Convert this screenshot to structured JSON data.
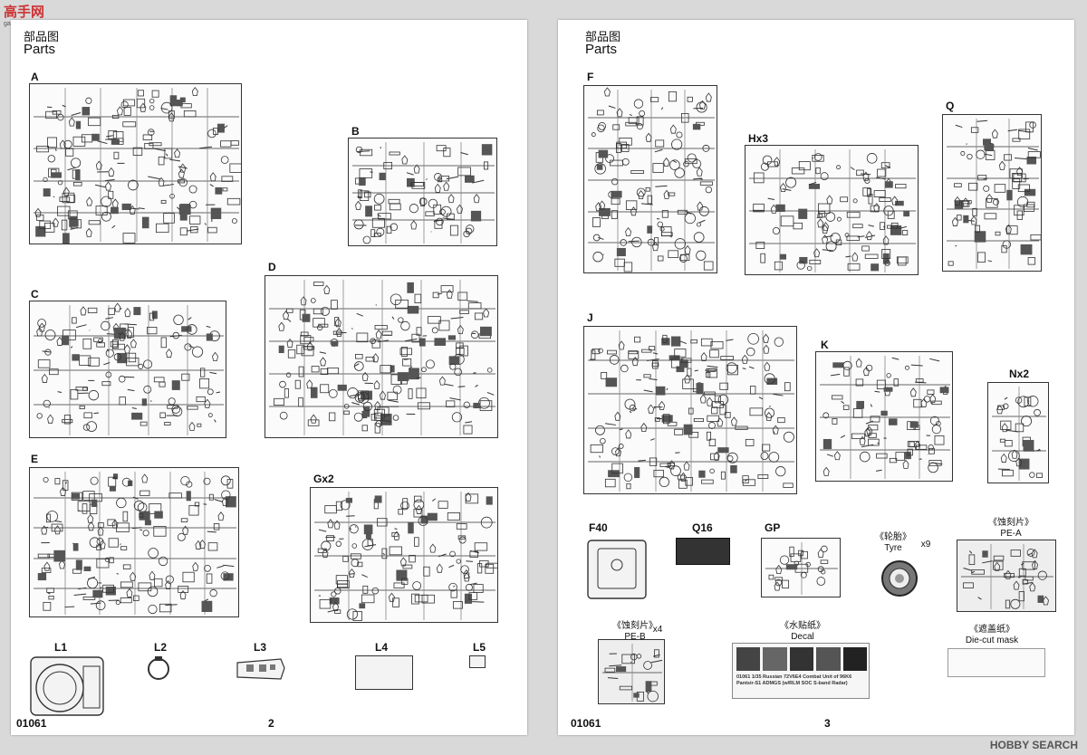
{
  "watermark": {
    "site_cn": "高手网",
    "site_url": "gao-shou.com",
    "brand": "HOBBY SEARCH"
  },
  "left_page": {
    "header_cn": "部品图",
    "header_en": "Parts",
    "kit_number": "01061",
    "page_number": "2",
    "sprues": {
      "A": "A",
      "B": "B",
      "C": "C",
      "D": "D",
      "E": "E",
      "G": "Gx2",
      "L1": "L1",
      "L2": "L2",
      "L3": "L3",
      "L4": "L4",
      "L5": "L5"
    }
  },
  "right_page": {
    "header_cn": "部品图",
    "header_en": "Parts",
    "kit_number": "01061",
    "page_number": "3",
    "sprues": {
      "F": "F",
      "H": "Hx3",
      "Q": "Q",
      "J": "J",
      "K": "K",
      "N": "Nx2",
      "F40": "F40",
      "Q16": "Q16",
      "GP": "GP"
    },
    "tyre": {
      "cn": "《轮胎》",
      "en": "Tyre",
      "count": "x9"
    },
    "pe_a": {
      "cn": "《蚀刻片》",
      "en": "PE-A"
    },
    "pe_b": {
      "cn": "《蚀刻片》",
      "en": "PE-B",
      "count": "x4"
    },
    "decal": {
      "cn": "《水贴纸》",
      "en": "Decal",
      "caption": "01061 1/35 Russian 72V6E4 Combat Unit of 96K6 Pantsir-S1 ADMGS (w/RLM SOC S-band Radar)"
    },
    "mask": {
      "cn": "《遮盖纸》",
      "en": "Die-cut mask"
    }
  }
}
